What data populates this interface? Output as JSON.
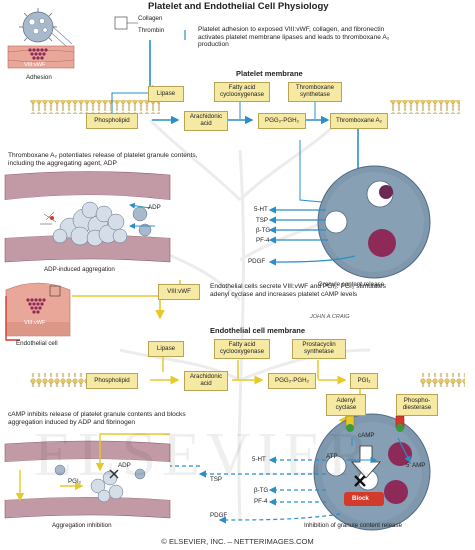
{
  "title": "Platelet and Endothelial Cell Physiology",
  "top": {
    "collagen": "Collagen",
    "thrombin": "Thrombin",
    "viii_vwf": "VIII:vWF",
    "adhesion": "Adhesion",
    "caption": "Platelet adhesion to exposed VIII:vWF, collagen, and fibronectin activates platelet membrane lipases and leads to thromboxane A₂ production"
  },
  "platelet_membrane": {
    "heading": "Platelet membrane",
    "lipase": "Lipase",
    "fatty_acid_cyclooxygenase": "Fatty acid cyclooxygenase",
    "thromboxane_synthetase": "Thromboxane synthetase",
    "phospholipid": "Phospholipid",
    "arachidonic_acid": "Arachidonic acid",
    "pgg2_pgh2": "PGG₂-PGH₂",
    "thromboxane_a2": "Thromboxane A₂"
  },
  "aggregation": {
    "caption": "Thromboxane A₂ potentiates release of platelet granule contents, including the aggregating agent, ADP",
    "adp": "ADP",
    "label": "ADP-induced aggregation"
  },
  "granules": {
    "items": [
      "5-HT",
      "TSP",
      "β-TG",
      "PF-4",
      "PDGF"
    ],
    "label": "Granule content release"
  },
  "endothelial": {
    "caption": "Endothelial cells secrete VIII:vWF and PGI₂. PGI₂ stimulates adenyl cyclase and increases platelet cAMP levels",
    "viii_vwf_box": "VIII:vWF",
    "viii_vwf_cell": "VIII:vWF",
    "cell_label": "Endothelial cell",
    "signature": "JOHN A.CRAIG"
  },
  "endothelial_membrane": {
    "heading": "Endothelial cell membrane",
    "lipase": "Lipase",
    "fatty_acid_cyclooxygenase": "Fatty acid cyclooxygenase",
    "prostacyclin_synthetase": "Prostacyclin synthetase",
    "phospholipid": "Phospholipid",
    "arachidonic_acid": "Arachidonic acid",
    "pgg2_pgh2": "PGG₂-PGH₂",
    "pgi2": "PGI₂"
  },
  "inhibition": {
    "caption": "cAMP inhibits release of platelet granule contents and blocks aggregation induced by ADP and fibrinogen",
    "adp": "ADP",
    "pgi2": "PGI₂",
    "items": [
      "5-HT",
      "TSP",
      "β-TG",
      "PF-4",
      "PDGF"
    ],
    "adenyl_cyclase": "Adenyl cyclase",
    "phosphodiesterase": "Phospho-diesterase",
    "camp": "cAMP",
    "atp": "ATP",
    "five_amp": "5' AMP",
    "block": "Block",
    "label_left": "Aggregation inhibition",
    "label_right": "Inhibition of granule content release"
  },
  "watermark": "ELSEVIER",
  "footer": "© ELSEVIER, INC. – NETTERIMAGES.COM",
  "colors": {
    "arrow_blue": "#2a8fc8",
    "arrow_yellow": "#f2dc3c",
    "arrow_red": "#d23a2a",
    "box_fill": "#f5e9a3",
    "tissue_pink": "#e9a79a",
    "cell_blue": "#7f98ad",
    "granule_purple": "#8e2a57"
  }
}
